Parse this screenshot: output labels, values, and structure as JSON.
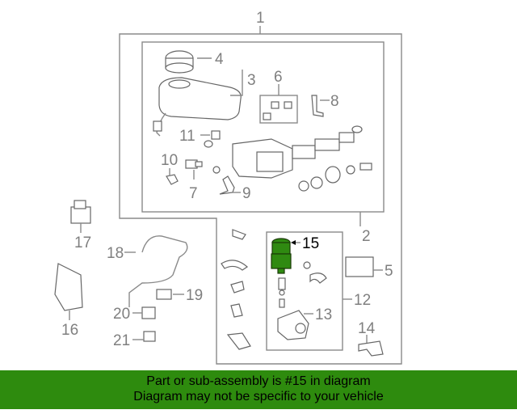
{
  "callouts": {
    "c1": "1",
    "c2": "2",
    "c3": "3",
    "c4": "4",
    "c5": "5",
    "c6": "6",
    "c7": "7",
    "c8": "8",
    "c9": "9",
    "c10": "10",
    "c11": "11",
    "c12": "12",
    "c13": "13",
    "c14": "14",
    "c15": "15",
    "c16": "16",
    "c17": "17",
    "c18": "18",
    "c19": "19",
    "c20": "20",
    "c21": "21"
  },
  "highlight": {
    "part": "15",
    "color": "#2f8a11"
  },
  "banner": {
    "line1": "Part or sub-assembly is #15 in diagram",
    "line2": "Diagram may not be specific to your vehicle",
    "background": "#2e8b0e"
  }
}
